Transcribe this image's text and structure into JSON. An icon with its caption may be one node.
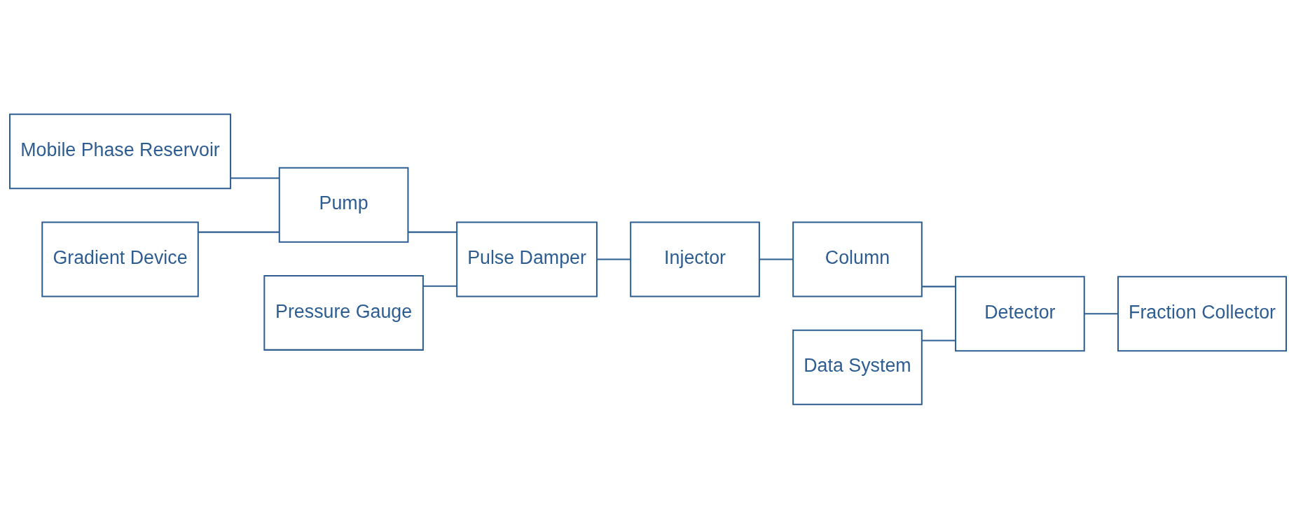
{
  "diagram": {
    "nodes": [
      {
        "text": [
          "Mobile Phase Reservoir"
        ]
      },
      {
        "text": [
          "Pressure Gauge"
        ]
      },
      {
        "text": [
          "Data System"
        ]
      },
      {
        "text": [
          "Pump"
        ]
      },
      {
        "text": [
          "Pulse Damper"
        ]
      },
      {
        "text": [
          "Injector"
        ]
      },
      {
        "text": [
          "Column"
        ]
      },
      {
        "text": [
          "Detector"
        ]
      },
      {
        "text": [
          "Fraction Collector"
        ]
      },
      {
        "text": [
          "Gradient Device"
        ]
      }
    ],
    "edges": [
      {
        "from": 0,
        "to": 3,
        "arrow": "none"
      },
      {
        "from": 9,
        "to": 3,
        "arrow": "none"
      },
      {
        "from": 3,
        "to": 4,
        "arrow": "none"
      },
      {
        "from": 1,
        "to": 4,
        "arrow": "none"
      },
      {
        "from": 4,
        "to": 5,
        "arrow": "none"
      },
      {
        "from": 5,
        "to": 6,
        "arrow": "none"
      },
      {
        "from": 6,
        "to": 7,
        "arrow": "none"
      },
      {
        "from": 2,
        "to": 7,
        "arrow": "none"
      },
      {
        "from": 7,
        "to": 8,
        "arrow": "none"
      }
    ]
  }
}
